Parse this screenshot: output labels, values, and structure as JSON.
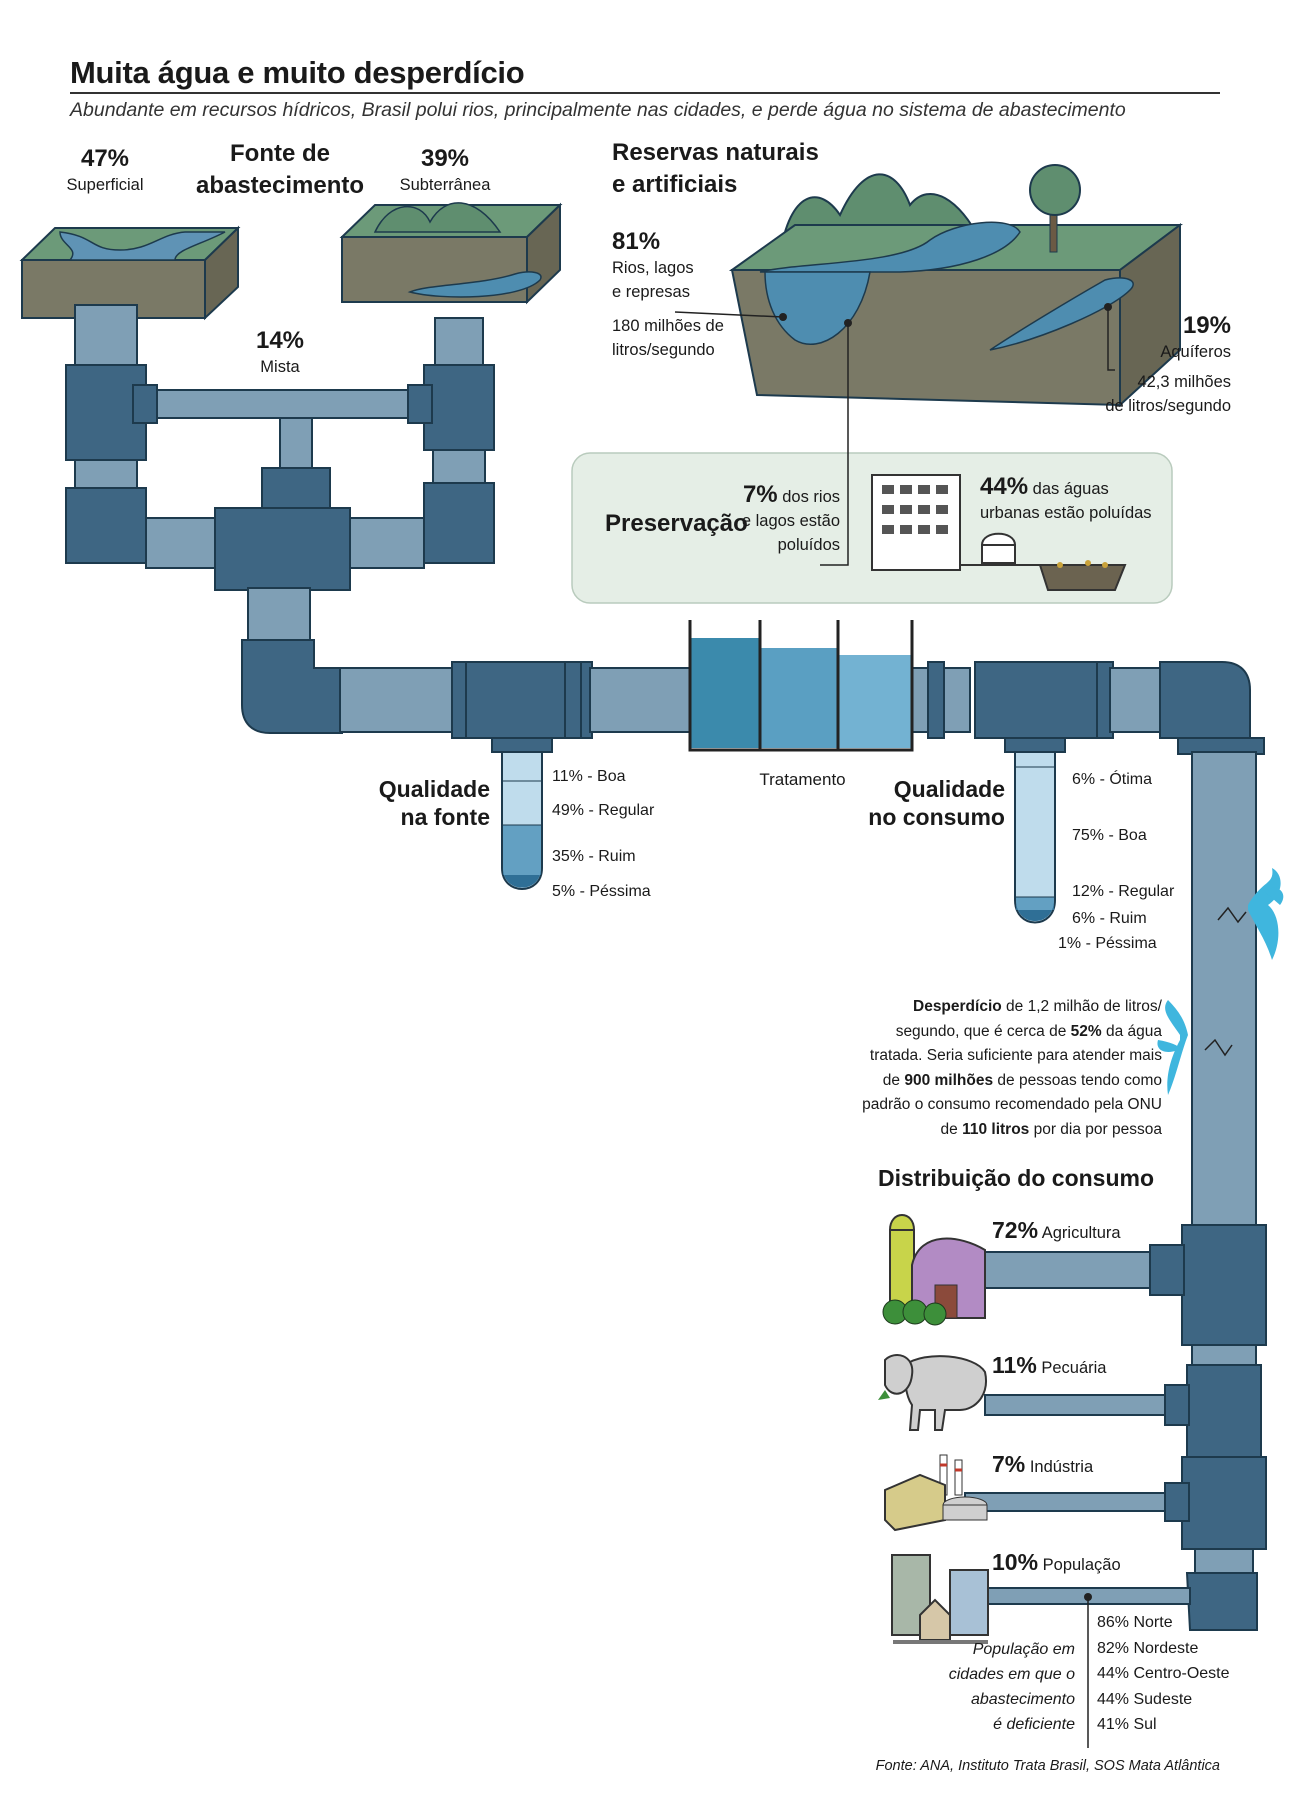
{
  "header": {
    "title": "Muita água e muito desperdício",
    "subtitle": "Abundante em recursos hídricos, Brasil polui rios, principalmente nas cidades, e perde água no sistema de abastecimento"
  },
  "fonte": {
    "heading_line1": "Fonte de",
    "heading_line2": "abastecimento",
    "superficial": {
      "pct": "47%",
      "label": "Superficial"
    },
    "subterranea": {
      "pct": "39%",
      "label": "Subterrânea"
    },
    "mista": {
      "pct": "14%",
      "label": "Mista"
    }
  },
  "reservas": {
    "heading_line1": "Reservas naturais",
    "heading_line2": "e artificiais",
    "rios": {
      "pct": "81%",
      "label_line1": "Rios, lagos",
      "label_line2": "e represas",
      "volume_line1": "180 milhões de",
      "volume_line2": "litros/segundo"
    },
    "aquiferos": {
      "pct": "19%",
      "label": "Aquíferos",
      "volume_line1": "42,3 milhões",
      "volume_line2": "de litros/segundo"
    }
  },
  "preservacao": {
    "heading": "Preservação",
    "rios_pct": "7%",
    "rios_line1": "dos rios",
    "rios_line2": "e lagos estão",
    "rios_line3": "poluídos",
    "urbanas_pct": "44%",
    "urbanas_line1": "das águas",
    "urbanas_line2": "urbanas estão poluídas"
  },
  "tratamento": {
    "label": "Tratamento"
  },
  "qualidade_fonte": {
    "heading_line1": "Qualidade",
    "heading_line2": "na fonte",
    "items": [
      "11% - Boa",
      "49% - Regular",
      "35% - Ruim",
      "5% - Péssima"
    ]
  },
  "qualidade_consumo": {
    "heading_line1": "Qualidade",
    "heading_line2": "no consumo",
    "items": [
      "6% - Ótima",
      "75% - Boa",
      "12% - Regular",
      "6% - Ruim",
      "1% - Péssima"
    ]
  },
  "desperdicio": {
    "line1_bold": "Desperdício",
    "line1": " de 1,2 milhão de litros/",
    "line2a": "segundo, que é cerca de ",
    "line2_bold": "52%",
    "line2b": " da água",
    "line3": "tratada. Seria suficiente para atender mais",
    "line4a": "de ",
    "line4_bold": "900 milhões",
    "line4b": " de pessoas tendo como",
    "line5": "padrão o consumo recomendado pela ONU",
    "line6a": "de ",
    "line6_bold": "110 litros",
    "line6b": " por dia por pessoa"
  },
  "distribuicao": {
    "heading": "Distribuição do consumo",
    "items": [
      {
        "pct": "72%",
        "label": "Agricultura"
      },
      {
        "pct": "11%",
        "label": "Pecuária"
      },
      {
        "pct": "7%",
        "label": "Indústria"
      },
      {
        "pct": "10%",
        "label": "População"
      }
    ]
  },
  "populacao": {
    "note_line1": "População em",
    "note_line2": "cidades em que o",
    "note_line3": "abastecimento",
    "note_line4": "é deficiente",
    "regions": [
      "86% Norte",
      "82% Nordeste",
      "44% Centro-Oeste",
      "44% Sudeste",
      "41% Sul"
    ]
  },
  "source": "Fonte: ANA, Instituto Trata Brasil, SOS Mata Atlântica",
  "colors": {
    "pipe_light": "#7f9fb5",
    "pipe_dark": "#3e6683",
    "pipe_stroke": "#1d3a4d",
    "water": "#4e8db0",
    "ground": "#7a7966",
    "grass": "#6c9a79",
    "mountain": "#5f8e6f",
    "panel": "#e5eee6"
  }
}
